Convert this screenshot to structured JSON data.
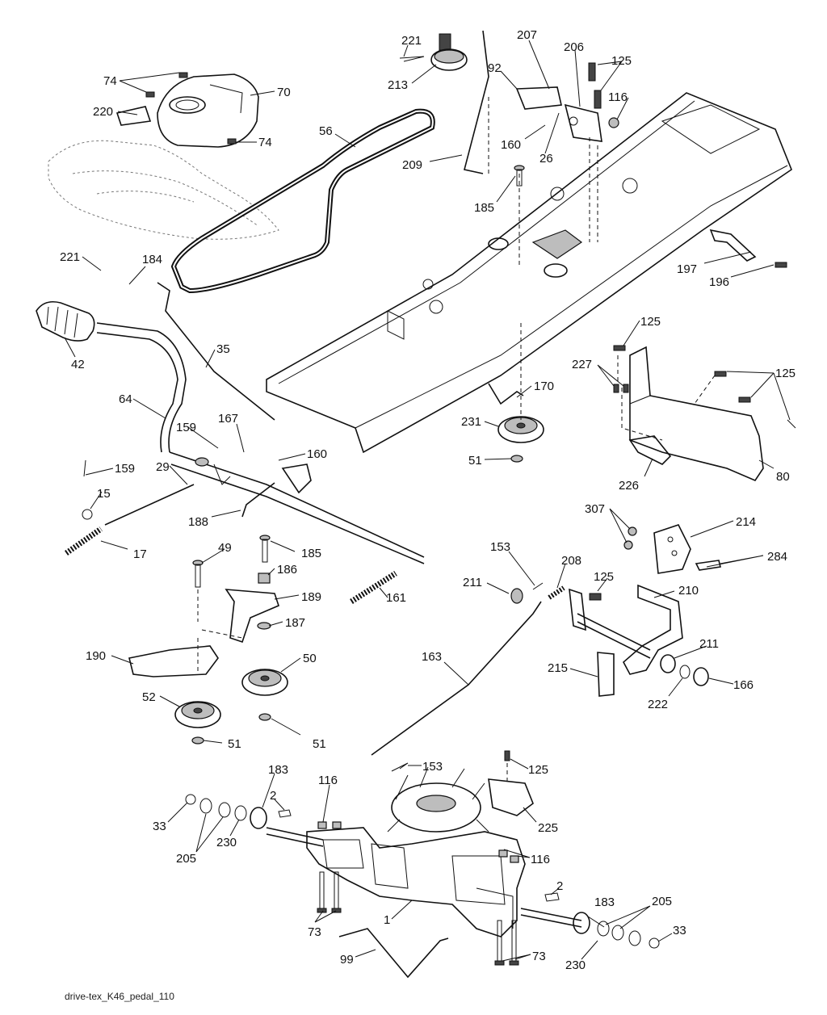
{
  "caption": "drive-tex_K46_pedal_110",
  "labels": [
    "74",
    "70",
    "220",
    "74",
    "221",
    "213",
    "56",
    "207",
    "92",
    "206",
    "125",
    "116",
    "160",
    "26",
    "209",
    "185",
    "197",
    "196",
    "221",
    "184",
    "42",
    "35",
    "64",
    "159",
    "167",
    "160",
    "159",
    "29",
    "15",
    "17",
    "188",
    "49",
    "185",
    "186",
    "189",
    "161",
    "187",
    "190",
    "50",
    "52",
    "51",
    "51",
    "170",
    "231",
    "51",
    "125",
    "227",
    "125",
    "226",
    "80",
    "307",
    "214",
    "284",
    "153",
    "208",
    "211",
    "125",
    "210",
    "163",
    "211",
    "215",
    "222",
    "166",
    "183",
    "2",
    "116",
    "153",
    "125",
    "225",
    "33",
    "205",
    "230",
    "116",
    "2",
    "183",
    "205",
    "33",
    "1",
    "73",
    "73",
    "230",
    "99"
  ]
}
